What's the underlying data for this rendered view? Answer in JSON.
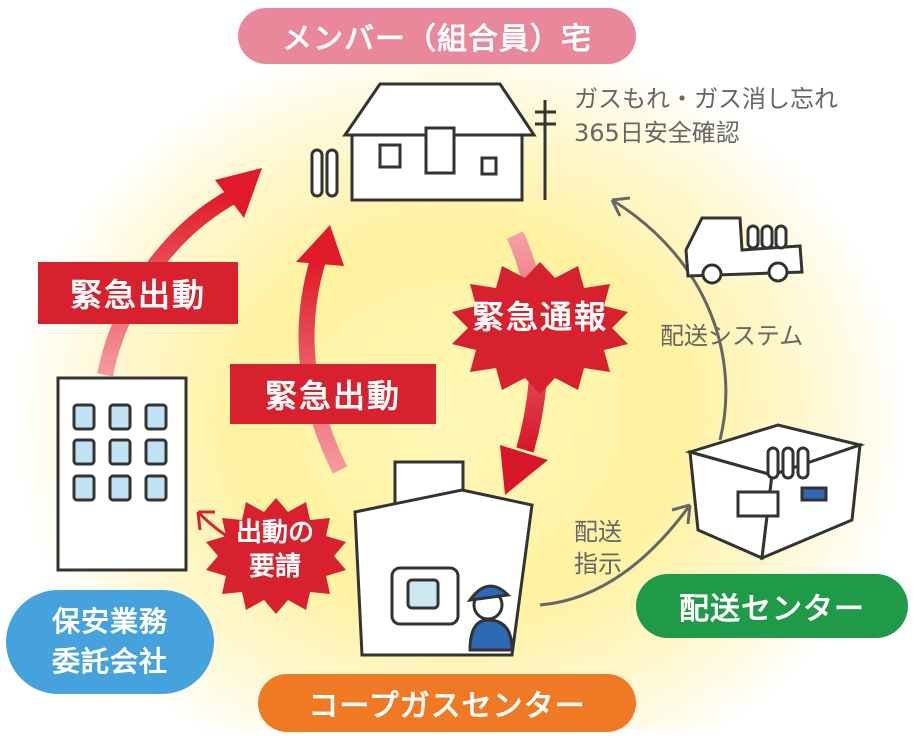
{
  "labels": {
    "member_home": "メンバー（組合員）宅",
    "coop_gas_center": "コープガスセンター",
    "delivery_center": "配送センター",
    "security_company_line1": "保安業務",
    "security_company_line2": "委託会社"
  },
  "flows": {
    "emergency_dispatch_1": "緊急出動",
    "emergency_dispatch_2": "緊急出動",
    "emergency_report": "緊急通報",
    "dispatch_request_line1": "出動の",
    "dispatch_request_line2": "要請",
    "delivery_system": "配送システム",
    "delivery_instruction_line1": "配送",
    "delivery_instruction_line2": "指示"
  },
  "note": {
    "line1": "ガスもれ・ガス消し忘れ",
    "line2": "365日安全確認"
  },
  "colors": {
    "member_pill": "#e9889a",
    "coop_pill": "#ef7a23",
    "delivery_pill": "#1f9a48",
    "security_pill": "#45a2dc",
    "emergency_red": "#d8212f"
  }
}
